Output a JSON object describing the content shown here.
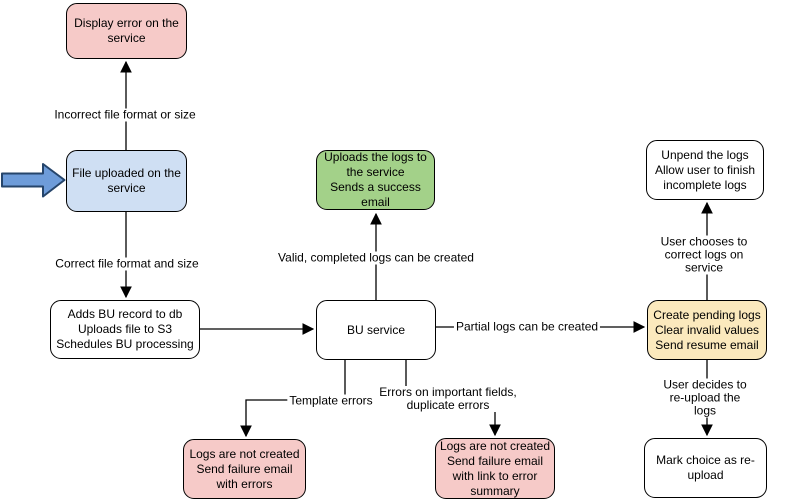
{
  "diagram": {
    "colors": {
      "node_stroke": "#000000",
      "edge_line": "#000000",
      "pink_fill": "#f6cac8",
      "blue_fill": "#cfdff3",
      "green_fill": "#a3d189",
      "yellow_fill": "#fbe9bd",
      "white_fill": "#ffffff",
      "entry_arrow_fill": "#6e9cd9",
      "entry_arrow_stroke": "#26456b"
    },
    "nodes": [
      {
        "id": "display-error",
        "lines": [
          "Display error on the",
          "service"
        ]
      },
      {
        "id": "file-uploaded",
        "lines": [
          "File uploaded on the",
          "service"
        ]
      },
      {
        "id": "adds-bu-record",
        "lines": [
          "Adds BU record to db",
          "Uploads file to S3",
          "Schedules BU processing"
        ]
      },
      {
        "id": "bu-service",
        "lines": [
          "BU service"
        ]
      },
      {
        "id": "uploads-logs",
        "lines": [
          "Uploads the logs to",
          "the service",
          "Sends a success",
          "email"
        ]
      },
      {
        "id": "unpend-logs",
        "lines": [
          "Unpend the logs",
          "Allow user to finish",
          "incomplete logs"
        ]
      },
      {
        "id": "create-pending-logs",
        "lines": [
          "Create pending logs",
          "Clear invalid values",
          "Send resume email"
        ]
      },
      {
        "id": "mark-choice-reupload",
        "lines": [
          "Mark choice as re-",
          "upload"
        ]
      },
      {
        "id": "logs-not-created-errors",
        "lines": [
          "Logs are not created",
          "Send failure email",
          "with errors"
        ]
      },
      {
        "id": "logs-not-created-summary",
        "lines": [
          "Logs are not created",
          "Send failure email",
          "with link to error",
          "summary"
        ]
      }
    ],
    "edge_labels": [
      {
        "id": "incorrect",
        "text": "Incorrect file format or size"
      },
      {
        "id": "correct",
        "text": "Correct file format and size"
      },
      {
        "id": "valid",
        "text": "Valid, completed logs can be created"
      },
      {
        "id": "partial",
        "text": "Partial logs can be created"
      },
      {
        "id": "template",
        "text": "Template errors"
      },
      {
        "id": "important",
        "text": [
          "Errors on important fields,",
          "duplicate errors"
        ]
      },
      {
        "id": "choose",
        "text": "User chooses to correct logs on service"
      },
      {
        "id": "reupload",
        "text": "User decides to re-upload the logs"
      }
    ]
  }
}
